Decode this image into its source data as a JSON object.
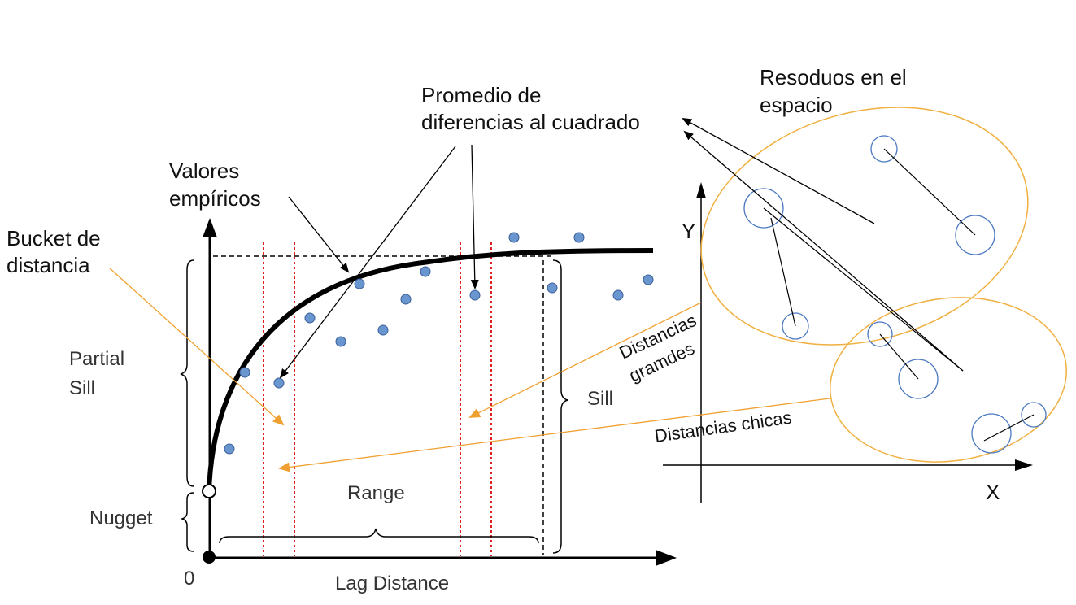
{
  "labels": {
    "promedio_line1": "Promedio de",
    "promedio_line2": "diferencias al cuadrado",
    "resoduos_line1": "Resoduos en el",
    "resoduos_line2": "espacio",
    "valores_line1": "Valores",
    "valores_line2": "empíricos",
    "bucket_line1": "Bucket de",
    "bucket_line2": "distancia",
    "partial_line1": "Partial",
    "partial_line2": "Sill",
    "sill": "Sill",
    "nugget": "Nugget",
    "range": "Range",
    "lag_distance": "Lag Distance",
    "origin": "0",
    "y_axis": "Y",
    "x_axis": "X",
    "distancias_grandes_line1": "Distancias",
    "distancias_grandes_line2": "gramdes",
    "distancias_chicas": "Distancias chicas"
  },
  "colors": {
    "curve": "#000000",
    "points": "#6a96d0",
    "bucket_lines": "#e02020",
    "annotation_arrows": "#f0a030",
    "ellipses": "#f0b040",
    "residual_circles": "#4a78c0"
  }
}
